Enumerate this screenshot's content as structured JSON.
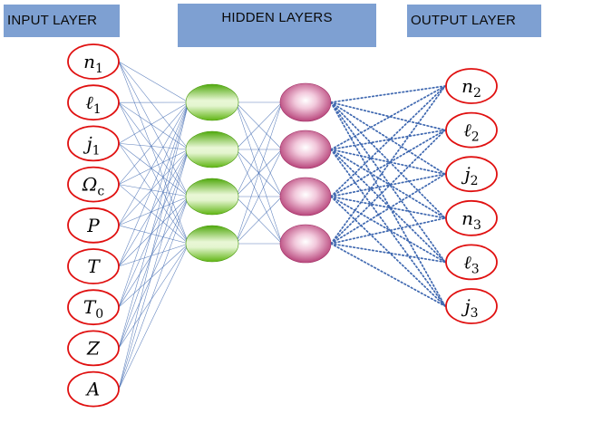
{
  "headers": {
    "input": "INPUT LAYER",
    "hidden": "HIDDEN LAYERS",
    "output": "OUTPUT LAYER"
  },
  "input_nodes": [
    {
      "base": "n",
      "sub": "1"
    },
    {
      "base": "ℓ",
      "sub": "1"
    },
    {
      "base": "j",
      "sub": "1"
    },
    {
      "base": "Ω",
      "sub": "c"
    },
    {
      "base": "P",
      "sub": ""
    },
    {
      "base": "T",
      "sub": ""
    },
    {
      "base": "T",
      "sub": "0"
    },
    {
      "base": "Z",
      "sub": ""
    },
    {
      "base": "A",
      "sub": ""
    }
  ],
  "output_nodes": [
    {
      "base": "n",
      "sub": "2"
    },
    {
      "base": "ℓ",
      "sub": "2"
    },
    {
      "base": "j",
      "sub": "2"
    },
    {
      "base": "n",
      "sub": "3"
    },
    {
      "base": "ℓ",
      "sub": "3"
    },
    {
      "base": "j",
      "sub": "3"
    }
  ],
  "hidden_layer_1_count": 4,
  "hidden_layer_2_count": 4,
  "colors": {
    "header_bg": "#7ea0d2",
    "node_border": "#e01010",
    "connection": "#3f68b0",
    "hidden1_fill": "#7ccf1a",
    "hidden2_fill": "#c23a78"
  }
}
